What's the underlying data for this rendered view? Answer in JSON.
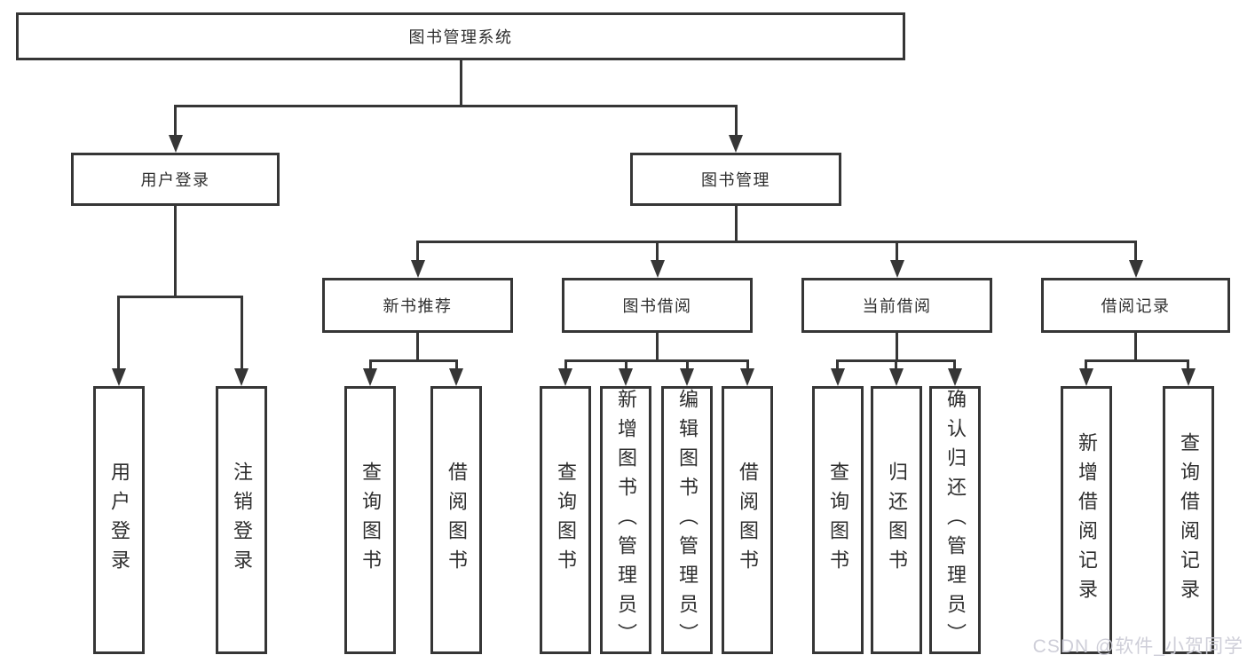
{
  "colors": {
    "line": "#363636",
    "text": "#2e2e2e",
    "background": "#ffffff",
    "watermark": "#ccccd6"
  },
  "diagram": {
    "root": {
      "label": "图书管理系统"
    },
    "level2": [
      {
        "label": "用户登录"
      },
      {
        "label": "图书管理"
      }
    ],
    "level3": [
      {
        "label": "新书推荐"
      },
      {
        "label": "图书借阅"
      },
      {
        "label": "当前借阅"
      },
      {
        "label": "借阅记录"
      }
    ],
    "leaves": {
      "user_login": [
        {
          "label": "用户登录"
        },
        {
          "label": "注销登录"
        }
      ],
      "new_book": [
        {
          "label": "查询图书"
        },
        {
          "label": "借阅图书"
        }
      ],
      "book_borrow": [
        {
          "label": "查询图书"
        },
        {
          "label": "新增图书（管理员）"
        },
        {
          "label": "编辑图书（管理员）"
        },
        {
          "label": "借阅图书"
        }
      ],
      "current_borrow": [
        {
          "label": "查询图书"
        },
        {
          "label": "归还图书"
        },
        {
          "label": "确认归还（管理员）"
        }
      ],
      "borrow_record": [
        {
          "label": "新增借阅记录"
        },
        {
          "label": "查询借阅记录"
        }
      ]
    }
  },
  "watermark": {
    "text": "CSDN @软件_小贺同学"
  }
}
